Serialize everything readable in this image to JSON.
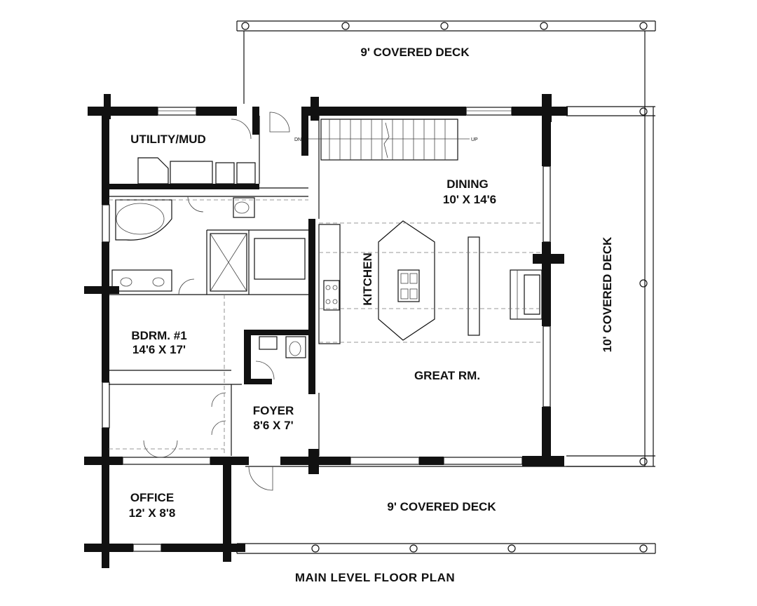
{
  "title": "MAIN LEVEL FLOOR PLAN",
  "rooms": {
    "utility": {
      "name": "UTILITY/MUD"
    },
    "dining": {
      "name": "DINING",
      "size": "10' X 14'6"
    },
    "kitchen": {
      "name": "KITCHEN"
    },
    "bedroom": {
      "name": "BDRM. #1",
      "size": "14'6 X 17'"
    },
    "great": {
      "name": "GREAT RM."
    },
    "foyer": {
      "name": "FOYER",
      "size": "8'6 X 7'"
    },
    "office": {
      "name": "OFFICE",
      "size": "12' X 8'8"
    }
  },
  "decks": {
    "top": "9' COVERED DECK",
    "right": "10' COVERED DECK",
    "bottom": "9' COVERED DECK"
  },
  "stairs": {
    "down": "DN",
    "up": "UP"
  }
}
